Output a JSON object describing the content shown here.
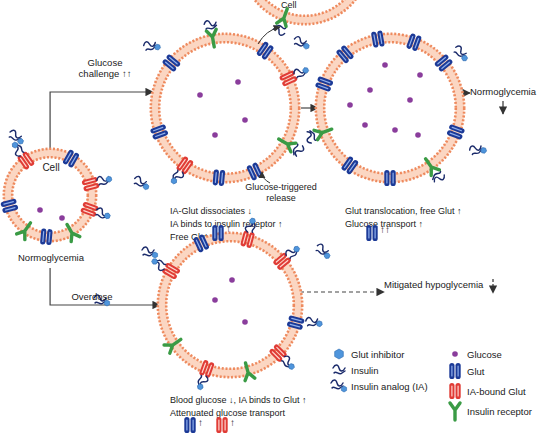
{
  "diagram": {
    "nodes": [
      {
        "text": [
          "Cell",
          "Normoglycemia"
        ]
      },
      {
        "text": [
          "IA-Glut dissociates ↓",
          "IA binds to insulin receptor ↑",
          "Free Glut"
        ]
      },
      {
        "text": [
          "Cell"
        ]
      },
      {
        "text": [
          "Glut translocation, free Glut ↑",
          "Glucose transport ↑"
        ]
      },
      {
        "text": [
          "Normoglycemia"
        ]
      },
      {
        "text": [
          "Blood glucose ↓, IA binds to Glut ↑",
          "Attenuated glucose transport"
        ]
      },
      {
        "text": [
          "Mitigated hypoglycemia"
        ]
      }
    ],
    "edges": [
      {
        "from": 0,
        "to": 1,
        "arrow": "to",
        "label": "Glucose challenge ↑↑"
      },
      {
        "from": 0,
        "to": 5,
        "arrow": "to",
        "label": "Overdose"
      },
      {
        "from": 1,
        "to": 3,
        "arrow": "to"
      },
      {
        "from": 3,
        "to": 4,
        "arrow": "to"
      },
      {
        "from": 5,
        "to": 6,
        "arrow": "to"
      }
    ],
    "labels": [
      "Glucose-triggered release",
      "↑",
      "↑↑",
      "↑",
      "↑"
    ],
    "legend": [
      {
        "text": "Glut inhibitor",
        "color": "#4f95dc"
      },
      {
        "text": "Insulin"
      },
      {
        "text": "Insulin analog (IA)"
      },
      {
        "text": "Glucose",
        "color": "#8a3d9c"
      },
      {
        "text": "Glut",
        "color": "#1c3a97"
      },
      {
        "text": "IA-bound Glut",
        "color": "#e03c36"
      },
      {
        "text": "Insulin receptor",
        "color": "#3a9b45"
      }
    ]
  }
}
